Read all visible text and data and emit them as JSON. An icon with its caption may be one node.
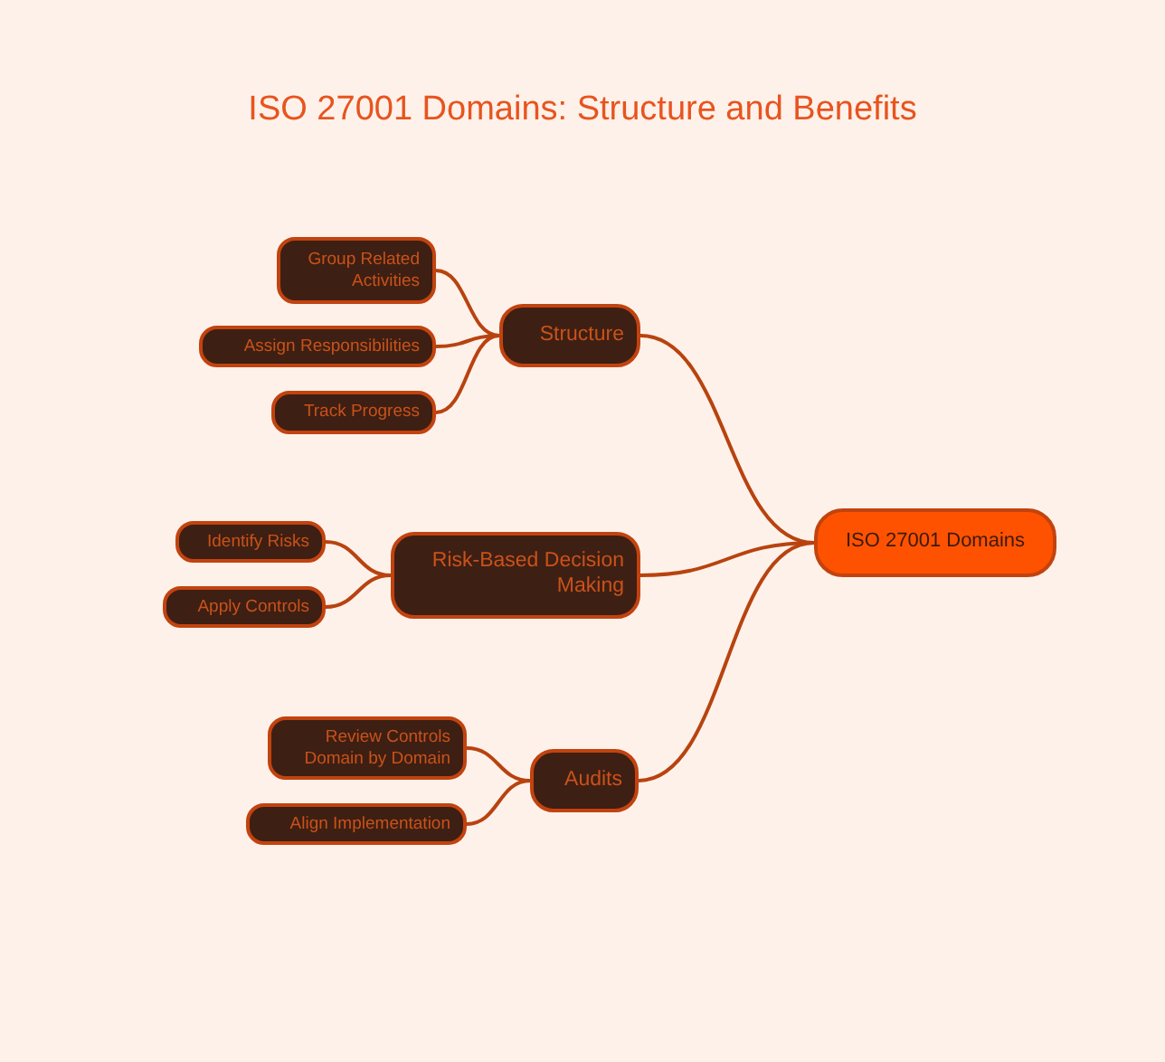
{
  "diagram": {
    "title": "ISO 27001 Domains: Structure and Benefits",
    "nodes": [
      {
        "text": [
          "ISO 27001 Domains"
        ]
      },
      {
        "text": [
          "Structure"
        ]
      },
      {
        "text": [
          "Group Related Activities"
        ]
      },
      {
        "text": [
          "Assign Responsibilities"
        ]
      },
      {
        "text": [
          "Track Progress"
        ]
      },
      {
        "text": [
          "Risk-Based Decision Making"
        ]
      },
      {
        "text": [
          "Identify Risks"
        ]
      },
      {
        "text": [
          "Apply Controls"
        ]
      },
      {
        "text": [
          "Audits"
        ]
      },
      {
        "text": [
          "Review Controls Domain by Domain"
        ]
      },
      {
        "text": [
          "Align Implementation"
        ]
      }
    ],
    "edges": [
      {
        "from": 0,
        "to": 1,
        "arrow": "none"
      },
      {
        "from": 1,
        "to": 2,
        "arrow": "none"
      },
      {
        "from": 1,
        "to": 3,
        "arrow": "none"
      },
      {
        "from": 1,
        "to": 4,
        "arrow": "none"
      },
      {
        "from": 0,
        "to": 5,
        "arrow": "none"
      },
      {
        "from": 5,
        "to": 6,
        "arrow": "none"
      },
      {
        "from": 5,
        "to": 7,
        "arrow": "none"
      },
      {
        "from": 0,
        "to": 8,
        "arrow": "none"
      },
      {
        "from": 8,
        "to": 9,
        "arrow": "none"
      },
      {
        "from": 8,
        "to": 10,
        "arrow": "none"
      }
    ]
  }
}
